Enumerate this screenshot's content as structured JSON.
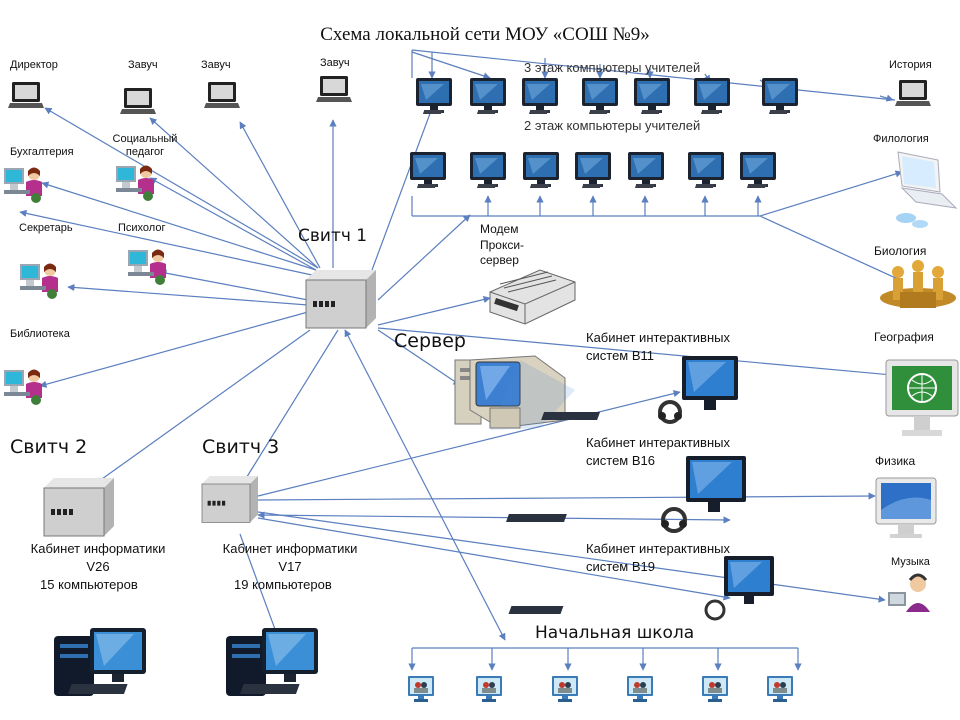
{
  "title": "Схема локальной сети МОУ «СОШ №9»",
  "colors": {
    "link": "#5b7fbf",
    "device": "#d9d9d9",
    "screen": "#2d6fb0",
    "monitor": "#1c2330",
    "person": "#b4308c"
  },
  "nodes": {
    "director": "Директор",
    "zavuch1": "Завуч",
    "zavuch2": "Завуч",
    "zavuch3": "Завуч",
    "accounting": "Бухгалтерия",
    "social_pedagog": "Социальный педагог",
    "secretary": "Секретарь",
    "psychologist": "Психолог",
    "library": "Библиотека",
    "floor3": "3 этаж компьютеры учителей",
    "floor2": "2 этаж компьютеры учителей",
    "history": "История",
    "philology": "Филология",
    "biology": "Биология",
    "geography": "География",
    "physics": "Физика",
    "music": "Музыка",
    "modem": "Модем Прокси-сервер",
    "server": "Сервер",
    "switch1": "Свитч 1",
    "switch2": "Свитч 2",
    "switch3": "Свитч 3",
    "room_b11": "Кабинет интерактивных систем В11",
    "room_b16": "Кабинет интерактивных систем В16",
    "room_b19": "Кабинет интерактивных систем В19",
    "room_v26": "Кабинет информатики V26",
    "room_v26_count": "15 компьютеров",
    "room_v17": "Кабинет информатики V17",
    "room_v17_count": "19 компьютеров",
    "primary_school": "Начальная школа"
  }
}
